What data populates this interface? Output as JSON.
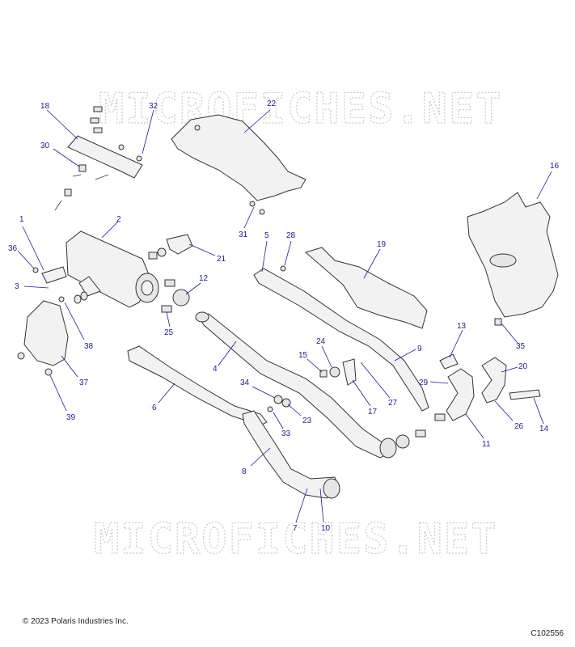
{
  "watermark": {
    "text": "MICROFICHES.NET"
  },
  "footer": {
    "copyright": "© 2023 Polaris Industries Inc.",
    "drawing_id": "C102556"
  },
  "callouts": [
    {
      "id": "c1",
      "label": "1"
    },
    {
      "id": "c2",
      "label": "2"
    },
    {
      "id": "c3",
      "label": "3"
    },
    {
      "id": "c4",
      "label": "4"
    },
    {
      "id": "c5",
      "label": "5"
    },
    {
      "id": "c6",
      "label": "6"
    },
    {
      "id": "c7",
      "label": "7"
    },
    {
      "id": "c8",
      "label": "8"
    },
    {
      "id": "c9",
      "label": "9"
    },
    {
      "id": "c10",
      "label": "10"
    },
    {
      "id": "c11",
      "label": "11"
    },
    {
      "id": "c12",
      "label": "12"
    },
    {
      "id": "c13",
      "label": "13"
    },
    {
      "id": "c14",
      "label": "14"
    },
    {
      "id": "c15",
      "label": "15"
    },
    {
      "id": "c16",
      "label": "16"
    },
    {
      "id": "c17",
      "label": "17"
    },
    {
      "id": "c18",
      "label": "18"
    },
    {
      "id": "c19",
      "label": "19"
    },
    {
      "id": "c20",
      "label": "20"
    },
    {
      "id": "c21",
      "label": "21"
    },
    {
      "id": "c22",
      "label": "22"
    },
    {
      "id": "c23",
      "label": "23"
    },
    {
      "id": "c24",
      "label": "24"
    },
    {
      "id": "c25",
      "label": "25"
    },
    {
      "id": "c26",
      "label": "26"
    },
    {
      "id": "c27",
      "label": "27"
    },
    {
      "id": "c28",
      "label": "28"
    },
    {
      "id": "c29",
      "label": "29"
    },
    {
      "id": "c30",
      "label": "30"
    },
    {
      "id": "c31",
      "label": "31"
    },
    {
      "id": "c32",
      "label": "32"
    },
    {
      "id": "c33",
      "label": "33"
    },
    {
      "id": "c34",
      "label": "34"
    },
    {
      "id": "c35",
      "label": "35"
    },
    {
      "id": "c36",
      "label": "36"
    },
    {
      "id": "c37",
      "label": "37"
    },
    {
      "id": "c38",
      "label": "38"
    },
    {
      "id": "c39",
      "label": "39"
    }
  ]
}
